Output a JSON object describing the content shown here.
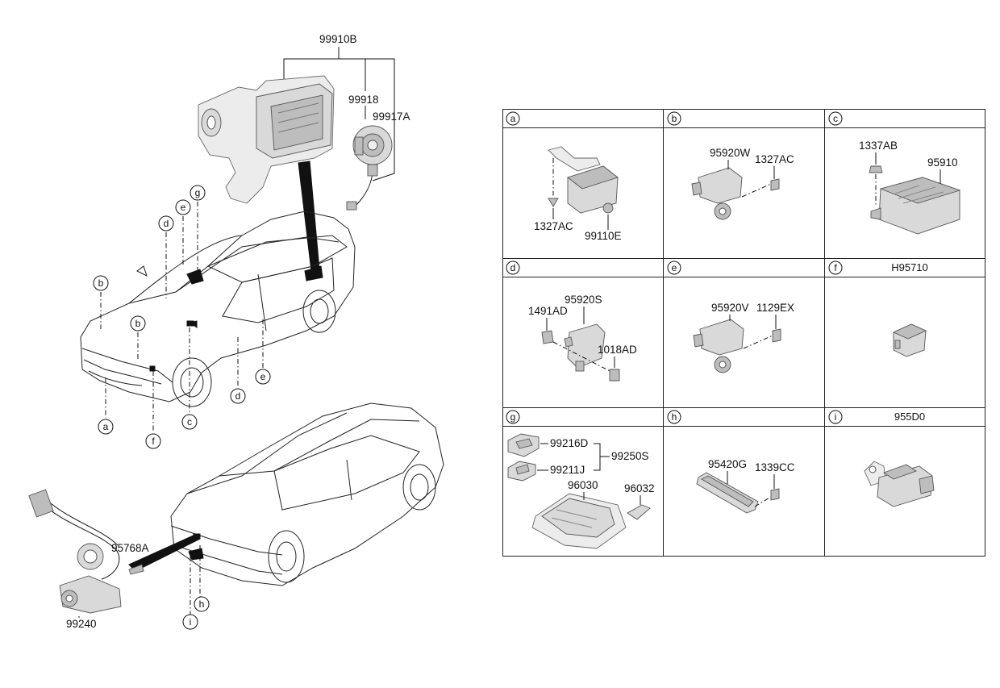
{
  "main_diagram": {
    "part_numbers": {
      "module_assembly": "99910B",
      "bracket_part": "99918",
      "connector_part": "99917A",
      "rear_bolt": "95768A",
      "rear_camera": "99240"
    },
    "callouts": [
      "a",
      "b",
      "c",
      "d",
      "e",
      "f",
      "g",
      "h",
      "i"
    ]
  },
  "detail_table": {
    "cells": [
      {
        "key": "a",
        "title": "",
        "parts": [
          "1327AC",
          "99110E"
        ]
      },
      {
        "key": "b",
        "title": "",
        "parts": [
          "95920W",
          "1327AC"
        ]
      },
      {
        "key": "c",
        "title": "",
        "parts": [
          "1337AB",
          "95910"
        ]
      },
      {
        "key": "d",
        "title": "",
        "parts": [
          "1491AD",
          "95920S",
          "1018AD"
        ]
      },
      {
        "key": "e",
        "title": "",
        "parts": [
          "95920V",
          "1129EX"
        ]
      },
      {
        "key": "f",
        "title": "H95710",
        "parts": []
      },
      {
        "key": "g",
        "title": "",
        "parts": [
          "99216D",
          "99211J",
          "99250S",
          "96030",
          "96032"
        ]
      },
      {
        "key": "h",
        "title": "",
        "parts": [
          "95420G",
          "1339CC"
        ]
      },
      {
        "key": "i",
        "title": "955D0",
        "parts": []
      }
    ]
  }
}
